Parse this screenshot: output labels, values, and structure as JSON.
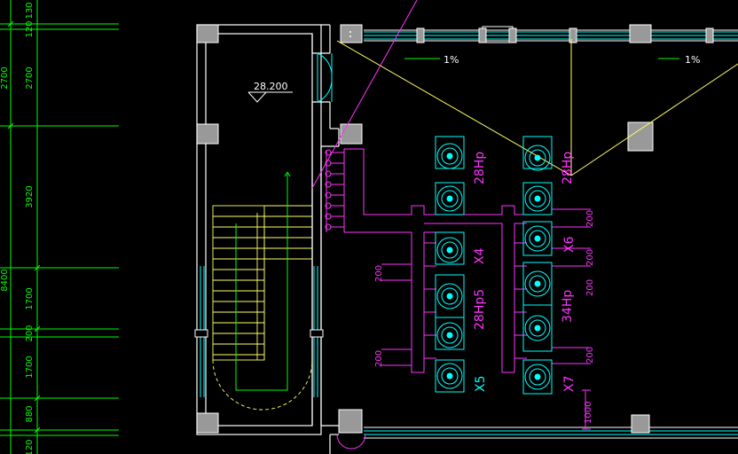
{
  "dimensions_left": [
    "130",
    "120",
    "2700",
    "2700",
    "3920",
    "8400",
    "1700",
    "200",
    "1700",
    "880",
    "120"
  ],
  "elevation": "28.200",
  "slopes": [
    "1%",
    "1%"
  ],
  "equipment": {
    "col1_top": "28Hp",
    "col2_top": "28Hp",
    "col1_mid_x": "X4",
    "col1_mid": "28Hp5",
    "col1_bot_x": "X5",
    "col2_mid_x": "X6",
    "col2_mid": "34Hp",
    "col2_bot_x": "X7"
  },
  "pipe_dims": [
    "200",
    "200",
    "200",
    "200",
    "200",
    "200",
    "1000"
  ],
  "colors": {
    "background": "#000000",
    "walls": "#ffffff",
    "dimension": "#00ff00",
    "pipe": "#ff33ff",
    "equipment": "#00ffff",
    "stairs": "#ffff66",
    "column": "#999999"
  }
}
